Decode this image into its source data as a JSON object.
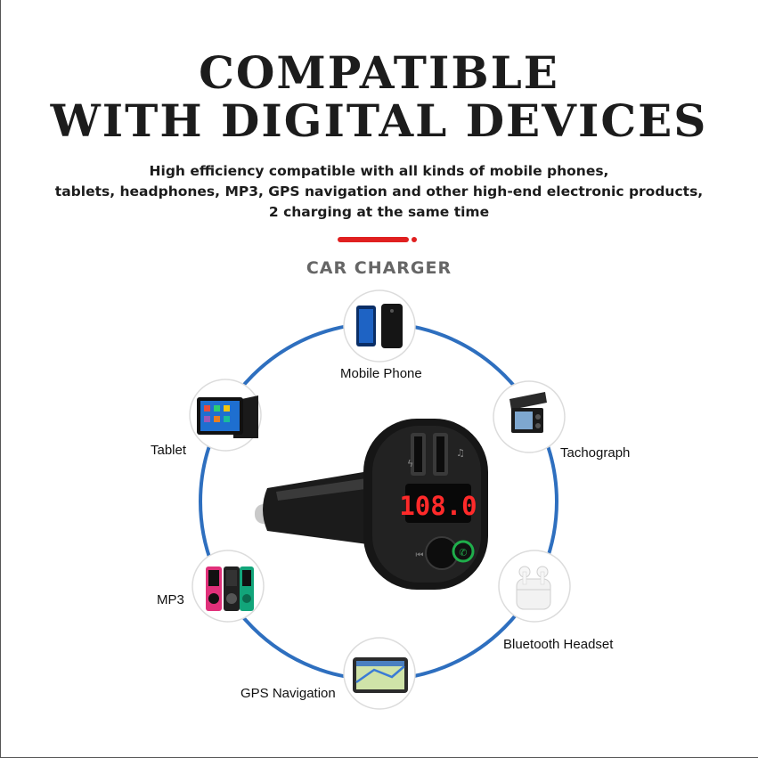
{
  "headline": {
    "line1": "COMPATIBLE",
    "line2": "WITH DIGITAL DEVICES"
  },
  "subtitle": {
    "line1": "High efficiency compatible with all kinds of mobile phones,",
    "line2": "tablets, headphones, MP3, GPS navigation and other high-end electronic products,",
    "line3": "2 charging at the same time"
  },
  "section_title": "CAR CHARGER",
  "charger": {
    "display": "108.0"
  },
  "devices": {
    "mobile_phone": "Mobile Phone",
    "tablet": "Tablet",
    "tachograph": "Tachograph",
    "mp3": "MP3",
    "bluetooth_headset": "Bluetooth Headset",
    "gps_navigation": "GPS Navigation"
  },
  "colors": {
    "ring": "#2e6fbf",
    "accent": "#e02020",
    "display": "#ff2a2a",
    "call_button": "#1fae4b"
  }
}
